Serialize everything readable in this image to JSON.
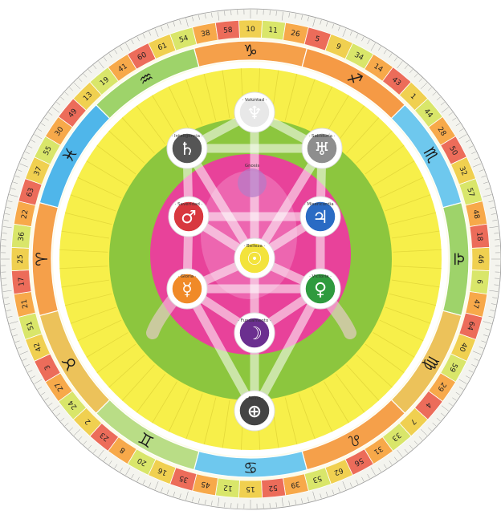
{
  "numbers_ring": [
    "10",
    "11",
    "26",
    "5",
    "9",
    "34",
    "14",
    "43",
    "1",
    "44",
    "28",
    "50",
    "32",
    "57",
    "48",
    "18",
    "46",
    "6",
    "47",
    "64",
    "40",
    "59",
    "29",
    "4",
    "7",
    "33",
    "31",
    "56",
    "62",
    "53",
    "39",
    "52",
    "15",
    "12",
    "45",
    "35",
    "16",
    "20",
    "8",
    "23",
    "2",
    "24",
    "27",
    "3",
    "42",
    "51",
    "21",
    "17",
    "25",
    "36",
    "22",
    "63",
    "37",
    "55",
    "30",
    "49",
    "13",
    "19",
    "41",
    "60",
    "61",
    "54",
    "38",
    "58"
  ],
  "zodiac": [
    {
      "name": "capricorn-sign",
      "glyph": "♑",
      "color": "#f5a04a"
    },
    {
      "name": "sagittarius-sign",
      "glyph": "♐",
      "color": "#f59a45"
    },
    {
      "name": "scorpio-sign",
      "glyph": "♏",
      "color": "#6ec8ee"
    },
    {
      "name": "libra-sign",
      "glyph": "♎",
      "color": "#9ed36a"
    },
    {
      "name": "virgo-sign",
      "glyph": "♍",
      "color": "#ecc25a"
    },
    {
      "name": "leo-sign",
      "glyph": "♌",
      "color": "#f5a04a"
    },
    {
      "name": "cancer-sign",
      "glyph": "♋",
      "color": "#6ec8ee"
    },
    {
      "name": "gemini-sign",
      "glyph": "♊",
      "color": "#b9dd86"
    },
    {
      "name": "taurus-sign",
      "glyph": "♉",
      "color": "#ecc25a"
    },
    {
      "name": "aries-sign",
      "glyph": "♈",
      "color": "#f5a04a"
    },
    {
      "name": "pisces-sign",
      "glyph": "♓",
      "color": "#4fb6ea"
    },
    {
      "name": "aquarius-sign",
      "glyph": "♒",
      "color": "#9ed36a"
    }
  ],
  "sephirot": [
    {
      "name": "sephira-voluntad",
      "label": "Voluntad",
      "glyph": "♆",
      "color": "#e8e8e8"
    },
    {
      "name": "sephira-inteligencia",
      "label": "Inteligencia",
      "glyph": "♄",
      "color": "#555555"
    },
    {
      "name": "sephira-sabiduria",
      "label": "Sabiduría",
      "glyph": "♅",
      "color": "#8e8e8e"
    },
    {
      "name": "sephira-severidad",
      "label": "Severidad",
      "glyph": "♂",
      "color": "#d8383f"
    },
    {
      "name": "sephira-misericordia",
      "label": "Misericordia",
      "glyph": "♃",
      "color": "#2a6bc4"
    },
    {
      "name": "sephira-belleza",
      "label": "Belleza",
      "glyph": "☉",
      "color": "#f3e33c"
    },
    {
      "name": "sephira-gloria",
      "label": "Gloria",
      "glyph": "☿",
      "color": "#f08a28"
    },
    {
      "name": "sephira-victoria",
      "label": "Victoria",
      "glyph": "♀",
      "color": "#2f9a3e"
    },
    {
      "name": "sephira-fundamento",
      "label": "Fundamento",
      "glyph": "☽",
      "color": "#6b2f8f"
    },
    {
      "name": "sephira-reino",
      "label": "Reino",
      "glyph": "⊕",
      "color": "#444444"
    }
  ],
  "hidden_sephira": {
    "label": "Gnosis"
  },
  "colors": {
    "outer_band": "#fbfbf5",
    "number_band": "#f0c830",
    "yellow_field": "#f7ef4a",
    "green_ring": "#8cc63e",
    "pink_ring": "#e8429a",
    "pink_core": "#f07fbf",
    "alt_number_colors": [
      "#f0d050",
      "#ec6c5a",
      "#f7a94a",
      "#d9e66a"
    ]
  }
}
